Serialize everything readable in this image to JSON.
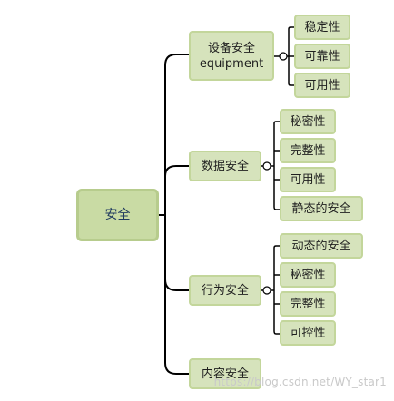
{
  "diagram": {
    "root": {
      "label": "安全"
    },
    "branches": [
      {
        "label_line1": "设备安全",
        "label_line2": "equipment",
        "children": [
          "稳定性",
          "可靠性",
          "可用性"
        ]
      },
      {
        "label": "数据安全",
        "children": [
          "秘密性",
          "完整性",
          "可用性",
          "静态的安全"
        ]
      },
      {
        "label": "行为安全",
        "children": [
          "动态的安全",
          "秘密性",
          "完整性",
          "可控性"
        ]
      },
      {
        "label": "内容安全",
        "children": []
      }
    ]
  },
  "watermark": "https://blog.csdn.net/WY_star1",
  "colors": {
    "node_fill": "#d6e3bc",
    "node_border": "#c3d69b",
    "root_fill": "#c9dba4",
    "line": "#000000"
  }
}
